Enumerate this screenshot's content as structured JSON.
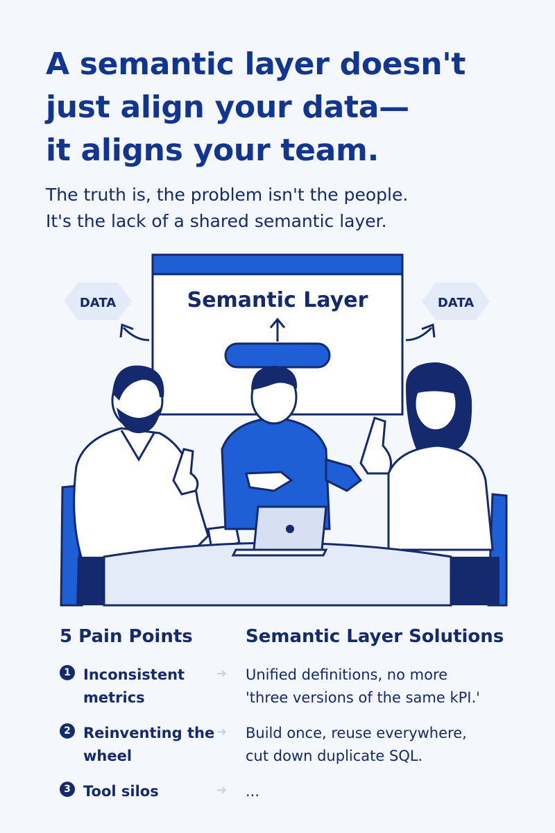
{
  "headline": {
    "line1": "A semantic layer doesn't",
    "line2": "just align your data—",
    "line3": "it aligns your team."
  },
  "subhead": {
    "line1": "The truth is, the problem isn't the people.",
    "line2": "It's the lack of a shared semantic layer."
  },
  "illustration": {
    "board_title": "Semantic Layer",
    "data_label_left": "DATA",
    "data_label_right": "DATA"
  },
  "comparison": {
    "pain_heading": "5 Pain Points",
    "solution_heading": "Semantic Layer Solutions",
    "rows": [
      {
        "number": "1",
        "pain_line1": "Inconsistent",
        "pain_line2": "metrics",
        "solution_line1": "Unified definitions, no more",
        "solution_line2": "'three versions of the same kPI.'"
      },
      {
        "number": "2",
        "pain_line1": "Reinventing the",
        "pain_line2": "wheel",
        "solution_line1": "Build once, reuse everywhere,",
        "solution_line2": "cut down duplicate SQL."
      },
      {
        "number": "3",
        "pain_line1": "Tool silos",
        "pain_line2": "",
        "solution_line1": "...",
        "solution_line2": ""
      }
    ]
  },
  "colors": {
    "navy": "#14296e",
    "brand_blue": "#1e5fd6",
    "light_blue": "#e3ebf8",
    "background": "#f4f7fc"
  }
}
